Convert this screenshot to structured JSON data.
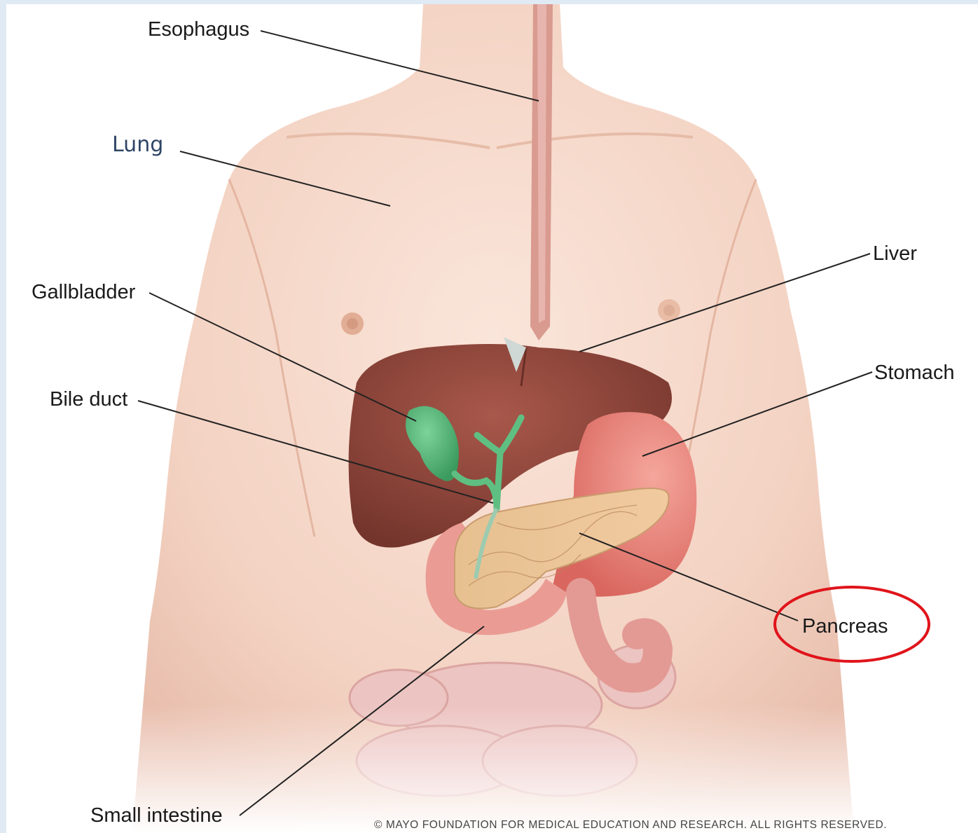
{
  "labels": {
    "esophagus": "Esophagus",
    "lung": "Lung",
    "gallbladder": "Gallbladder",
    "bile_duct": "Bile duct",
    "liver": "Liver",
    "stomach": "Stomach",
    "pancreas": "Pancreas",
    "small_intestine": "Small intestine"
  },
  "copyright": "© MAYO FOUNDATION FOR MEDICAL EDUCATION AND RESEARCH. ALL RIGHTS RESERVED.",
  "highlight": {
    "target": "pancreas",
    "shape": "ellipse",
    "color": "#e0141b"
  },
  "colors": {
    "skin": "#f5d6c6",
    "liver": "#8e4438",
    "stomach": "#e8837a",
    "gallbladder": "#4fb274",
    "pancreas": "#ecc396",
    "intestine": "#e9b6b3",
    "leader_lines": "#222222",
    "lung_label": "#2e4565"
  }
}
